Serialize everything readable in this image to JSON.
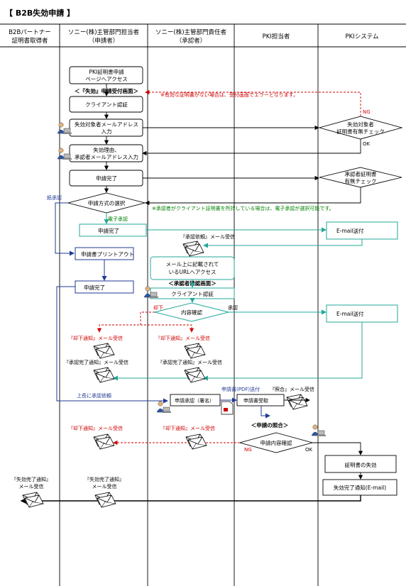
{
  "title": "【 B2B失効申請 】",
  "lanes": [
    {
      "line1": "B2Bパートナー",
      "line2": "証明書取得者"
    },
    {
      "line1": "ソニー(株)主管部門担当者",
      "line2": "（申請者）"
    },
    {
      "line1": "ソニー(株)主管部門責任者",
      "line2": "（承認者）"
    },
    {
      "line1": "PKI担当者",
      "line2": ""
    },
    {
      "line1": "PKIシステム",
      "line2": ""
    }
  ],
  "boxes": {
    "access_line1": "PKI証明書申請",
    "access_line2": "ページへアクセス",
    "screen_label": "＜『失効』申請受付画面＞",
    "client_auth": "クライアント認証",
    "email_input_line1": "失効対象者メールアドレス",
    "email_input_line2": "入力",
    "reason_line1": "失効理由、",
    "reason_line2": "承認者メールアドレス入力",
    "apply_done": "申請完了",
    "method_select": "申請方式の選択",
    "apply_done2": "申請完了",
    "print_out": "申請書プリントアウト",
    "apply_done3": "申請完了",
    "mail_access_line1": "メール上に記載されて",
    "mail_access_line2": "いるURLへアクセス",
    "approver_screen": "＜承認者確認画面＞",
    "approver_auth": "クライアント認証",
    "content_check": "内容確認",
    "sign_approve": "申請承認（署名）",
    "form_receive": "申請書受取",
    "inquiry": "＜申請の照合＞",
    "content_verify": "申請内容確認",
    "revoke": "証明書の失効",
    "revoke_notice": "失効完了通知(E-mail)",
    "email_send1": "E-mail送付",
    "email_send2": "E-mail送付",
    "check_target_line1": "失効対象者",
    "check_target_line2": "証明書有無チェック",
    "check_approver_line1": "承認者証明書",
    "check_approver_line2": "有無チェック"
  },
  "labels": {
    "note_error": "※有効な証明書がない場合は、受付画面でエラーとなります。",
    "note_electronic": "※承認者がクライアント証明書を所持している場合は、電子承認が選択可能です。",
    "ng1": "NG",
    "ok1": "OK",
    "paper": "紙承認",
    "electronic": "電子承認",
    "reject": "却下",
    "approve": "承認",
    "mail_request": "『承認依頼』メール受信",
    "reject_notice_app": "『却下通知』メール受信",
    "reject_notice_apr": "『却下通知』メール受信",
    "approve_done_app": "『承認完了通知』メール受信",
    "approve_done_apr": "『承認完了通知』メール受信",
    "boss_request": "上長に承認依頼",
    "pdf_send": "申請書(PDF)送付",
    "inquiry_mail": "『照合』メール受信",
    "reject_notice_app2": "『却下通知』メール受信",
    "reject_notice_apr2": "『却下通知』メール受信",
    "ng2": "NG",
    "ok2": "OK",
    "revoke_done_partner_line1": "『失効完了通知』",
    "revoke_done_partner_line2": "メール受信",
    "revoke_done_app_line1": "『失効完了通知』",
    "revoke_done_app_line2": "メール受信"
  },
  "colors": {
    "black": "#000000",
    "navy": "#1f3a93",
    "red": "#d00000",
    "teal": "#22a89a",
    "green": "#008000"
  }
}
